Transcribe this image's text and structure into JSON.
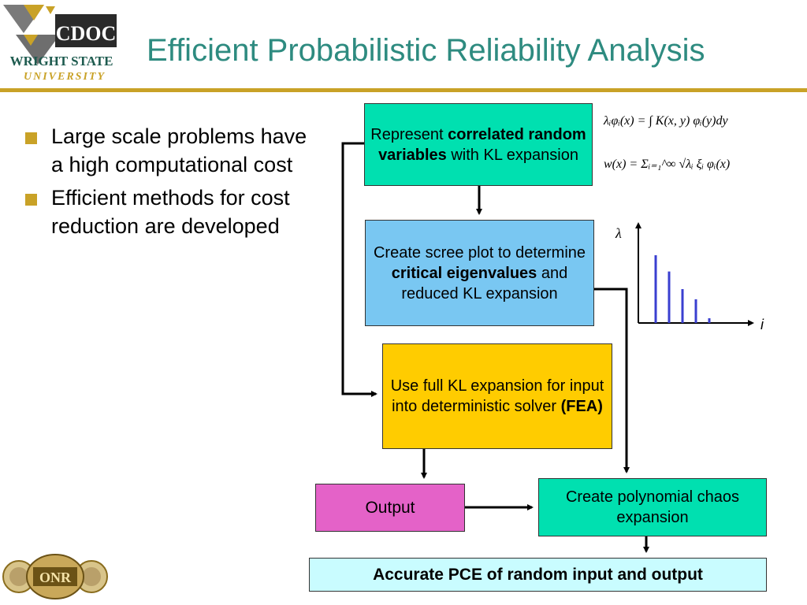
{
  "header": {
    "title": "Efficient Probabilistic Reliability Analysis",
    "logo": {
      "name": "CDOC",
      "university_line1": "WRIGHT STATE",
      "university_line2": "UNIVERSITY"
    }
  },
  "bullets": [
    "Large scale problems have a high computational cost",
    "Efficient methods for cost reduction are developed"
  ],
  "flow": {
    "box1": {
      "pre": "Represent ",
      "bold": "correlated random variables",
      "post": " with KL expansion"
    },
    "box2": {
      "pre": "Create scree plot to determine ",
      "bold": "critical eigenvalues",
      "post": " and reduced KL expansion"
    },
    "box3": {
      "pre": "Use full KL expansion for input into deterministic solver ",
      "bold": "(FEA)"
    },
    "box4": "Output",
    "box5": "Create polynomial chaos expansion",
    "box6": "Accurate PCE of random input and output"
  },
  "equations": {
    "eq1": "λᵢφᵢ(x) = ∫ K(x, y) φᵢ(y)dy",
    "eq2": "w(x) = Σᵢ₌₁^∞ √λᵢ ξᵢ φᵢ(x)"
  },
  "scree_plot": {
    "y_label": "λ",
    "x_label": "i",
    "values": [
      1.0,
      0.76,
      0.5,
      0.35,
      0.07
    ],
    "bar_color": "#3a3fd0"
  },
  "footer_logo": {
    "text": "ONR"
  },
  "colors": {
    "title": "#2e8b80",
    "rule": "#c9a227",
    "teal": "#00e0b0",
    "blue": "#79c7f2",
    "yellow": "#ffcc00",
    "pink": "#e462c8",
    "cyan_light": "#c9fcff"
  }
}
